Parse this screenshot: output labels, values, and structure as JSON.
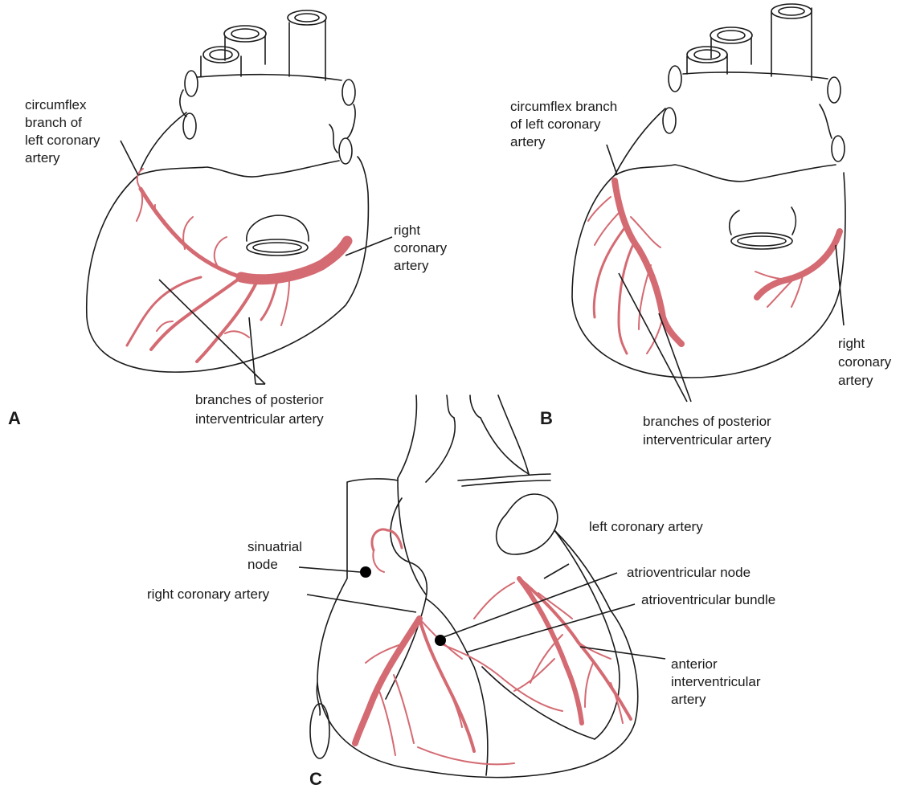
{
  "colors": {
    "artery": "#d46a72",
    "outline": "#1a1a1a",
    "background": "#ffffff"
  },
  "panels": [
    {
      "letter": "A",
      "labels": {
        "circumflex": [
          "circumflex",
          "branch of",
          "left coronary",
          "artery"
        ],
        "right_coronary": [
          "right",
          "coronary",
          "artery"
        ],
        "posterior_branches": [
          "branches of posterior",
          "interventricular artery"
        ]
      }
    },
    {
      "letter": "B",
      "labels": {
        "circumflex": [
          "circumflex branch",
          "of left coronary",
          "artery"
        ],
        "right_coronary": [
          "right",
          "coronary",
          "artery"
        ],
        "posterior_branches": [
          "branches of posterior",
          "interventricular artery"
        ]
      }
    },
    {
      "letter": "C",
      "labels": {
        "sinuatrial_node": [
          "sinuatrial",
          "node"
        ],
        "right_coronary": [
          "right coronary artery"
        ],
        "left_coronary": [
          "left coronary artery"
        ],
        "av_node": [
          "atrioventricular node"
        ],
        "av_bundle": [
          "atrioventricular bundle"
        ],
        "anterior_interventricular": [
          "anterior",
          "interventricular",
          "artery"
        ]
      }
    }
  ]
}
